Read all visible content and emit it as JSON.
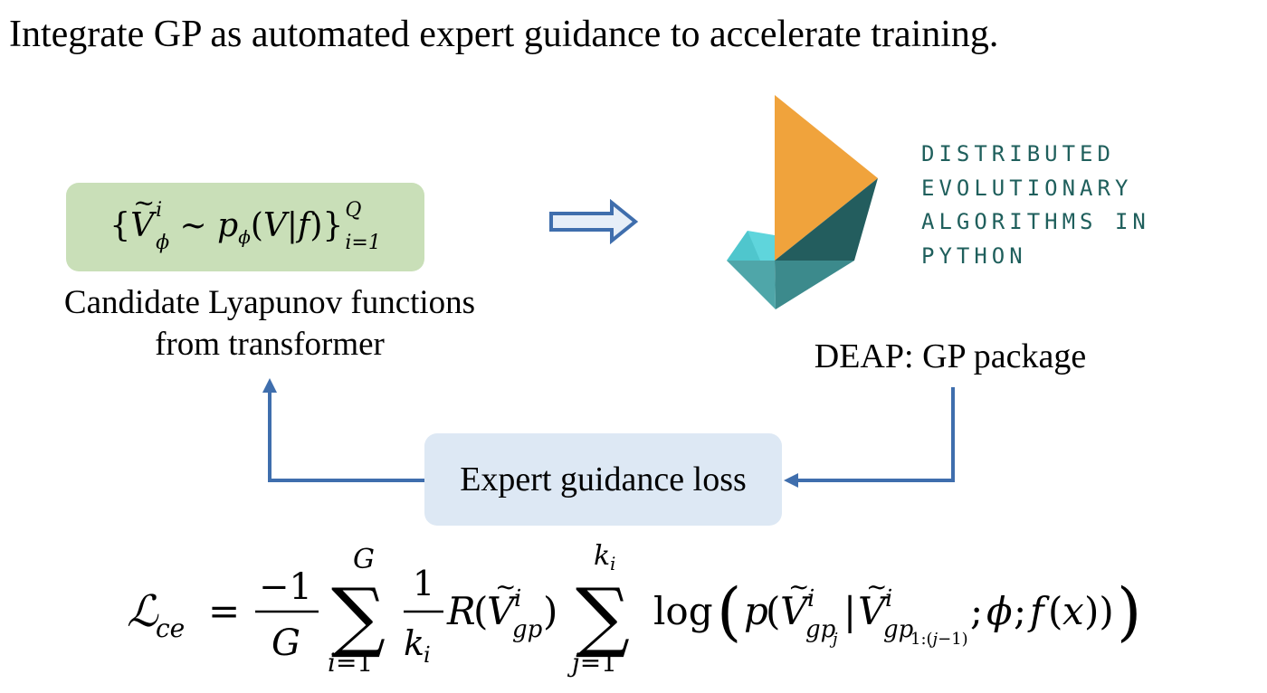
{
  "title": "Integrate GP as automated expert guidance to accelerate training.",
  "candidate": {
    "label_line1": "Candidate Lyapunov functions",
    "label_line2": "from transformer"
  },
  "deap": {
    "logo_lines": [
      "DISTRIBUTED",
      "EVOLUTIONARY",
      "ALGORITHMS IN",
      "PYTHON"
    ],
    "caption": "DEAP: GP package",
    "colors": {
      "orange": "#f0a33c",
      "dark_teal": "#235d5e",
      "teal": "#3c8a8c",
      "cyan": "#5fd5dc",
      "text": "#1f5f5c"
    }
  },
  "guidance": {
    "label": "Expert guidance loss"
  },
  "colors": {
    "candidate_box": "#c9dfb8",
    "guidance_box": "#dde8f4",
    "arrow": "#3f6ead"
  }
}
